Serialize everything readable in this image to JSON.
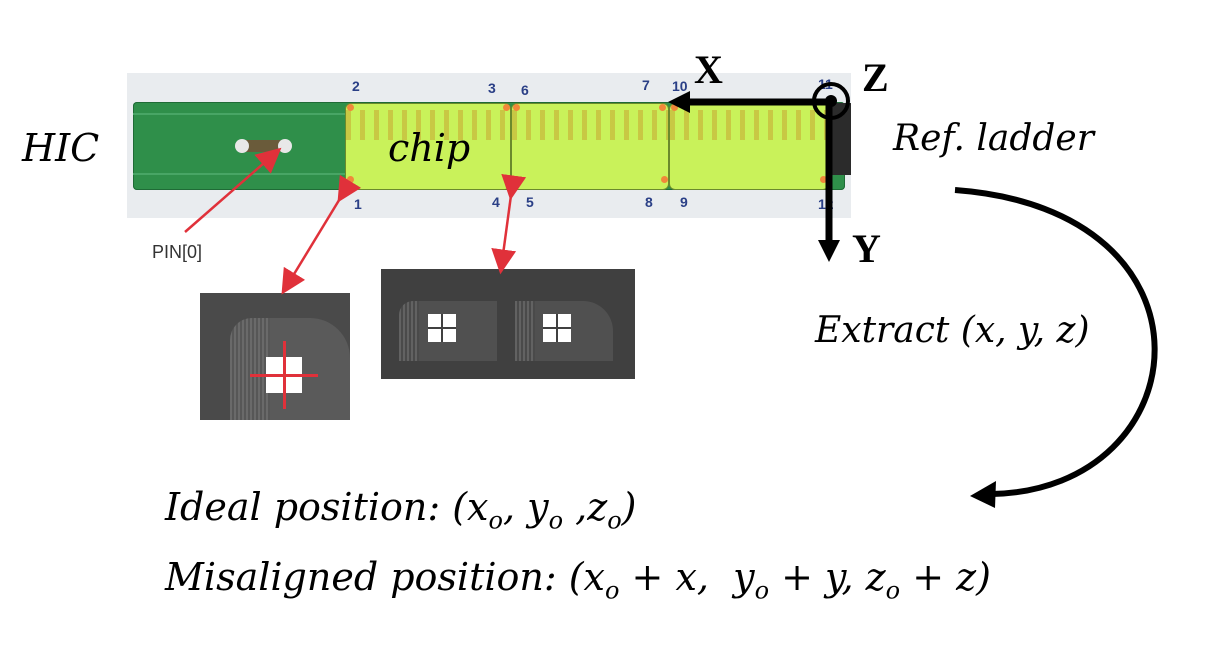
{
  "labels": {
    "hic": "HIC",
    "chip": "chip",
    "ref_ladder": "Ref. ladder",
    "pin": "PIN[0]",
    "extract": "Extract (x, y, z)",
    "ideal_prefix": "Ideal position: (x",
    "misaligned_prefix": "Misaligned position: (x"
  },
  "axes": {
    "x": "X",
    "y": "Y",
    "z": "Z"
  },
  "markers": [
    "1",
    "2",
    "3",
    "4",
    "5",
    "6",
    "7",
    "8",
    "9",
    "10",
    "11",
    "12"
  ],
  "colors": {
    "pcb_green": "#2f8f4a",
    "chip_overlay": "#c9f25a",
    "arrow_red": "#e0313a",
    "marker_orange": "#f0883a",
    "photo_bg": "#4a4a4a"
  }
}
